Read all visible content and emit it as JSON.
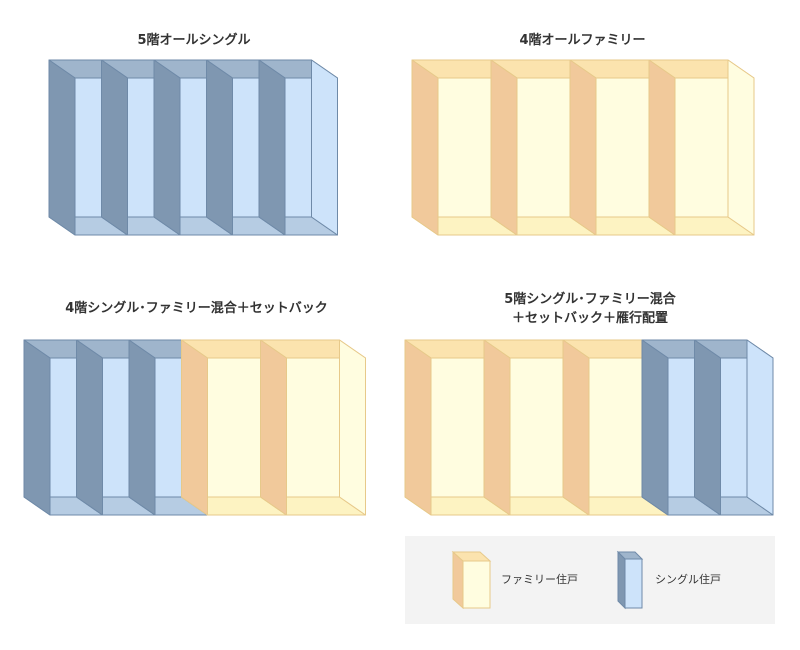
{
  "diagrams": [
    {
      "title": "5階オールシングル",
      "units": [
        "single",
        "single",
        "single",
        "single",
        "single"
      ]
    },
    {
      "title": "4階オールファミリー",
      "units": [
        "family",
        "family",
        "family",
        "family"
      ]
    },
    {
      "title": "4階シングル･ファミリー混合＋セットバック",
      "units": [
        "single",
        "single",
        "single",
        "family",
        "family"
      ]
    },
    {
      "title": "5階シングル･ファミリー混合\n＋セットバック＋雁行配置",
      "units": [
        "family",
        "family",
        "family",
        "single",
        "single"
      ]
    }
  ],
  "legend": {
    "family_label": "ファミリー住戸",
    "single_label": "シングル住戸"
  },
  "colors": {
    "single": {
      "side": "#7f97b1",
      "front": "#cde3fa",
      "top": "#9fb5cc",
      "floor": "#b6cce3",
      "stroke": "#6f8aa8"
    },
    "family": {
      "side": "#f1c99b",
      "front": "#fffde0",
      "top": "#fbe3ae",
      "floor": "#fdf3c2",
      "stroke": "#e7c98a"
    }
  }
}
